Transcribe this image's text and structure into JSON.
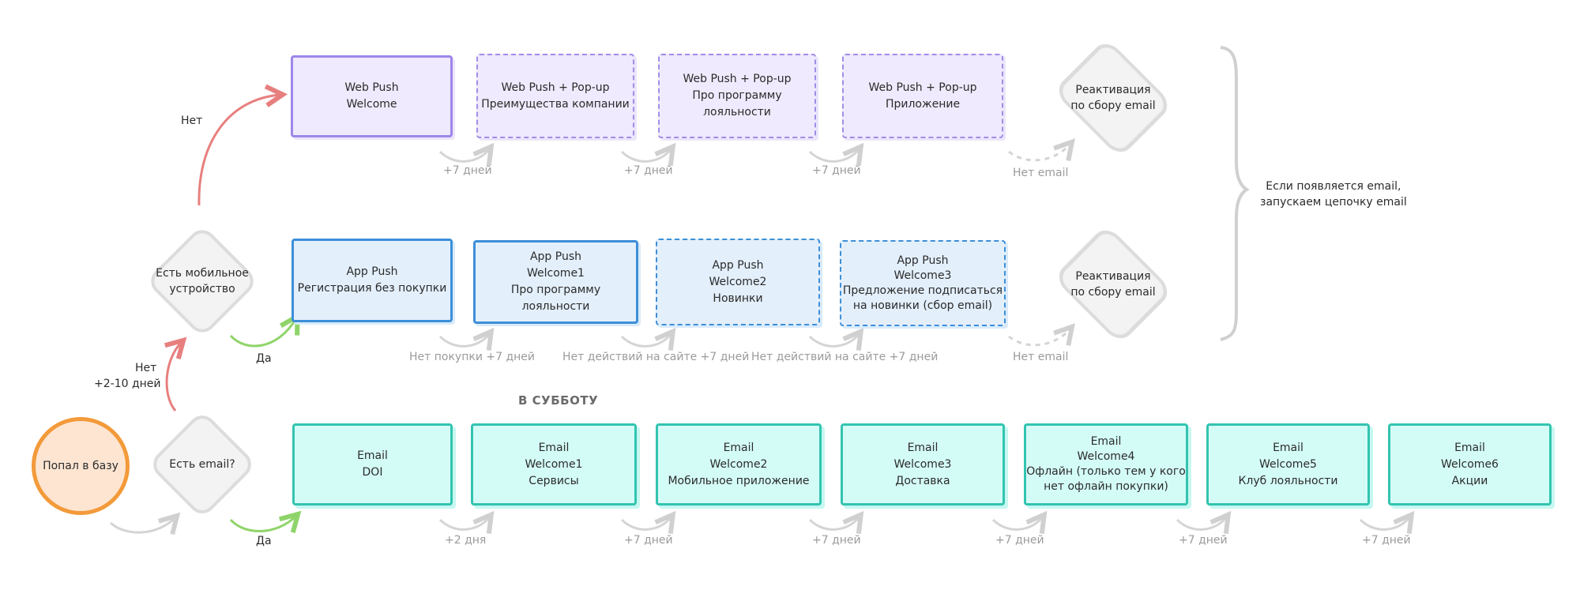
{
  "start": {
    "label": "Попал в базу"
  },
  "decisions": {
    "email": "Есть email?",
    "mobile": [
      "Есть мобильное",
      "устройство"
    ],
    "reactivation_web": [
      "Реактивация",
      "по сбору email"
    ],
    "reactivation_app": [
      "Реактивация",
      "по сбору email"
    ]
  },
  "branch_labels": {
    "no_top": "Нет",
    "no_mid": "Нет",
    "no_mid_days": "+2-10 дней",
    "yes_mid": "Да",
    "yes_bottom": "Да"
  },
  "web_row": [
    {
      "lines": [
        "Web Push",
        "Welcome"
      ]
    },
    {
      "lines": [
        "Web Push + Pop-up",
        "Преимущества компании"
      ]
    },
    {
      "lines": [
        "Web Push + Pop-up",
        "Про программу лояльности"
      ]
    },
    {
      "lines": [
        "Web Push + Pop-up",
        "Приложение"
      ]
    }
  ],
  "web_delays": [
    "+7 дней",
    "+7 дней",
    "+7 дней",
    "Нет email"
  ],
  "app_row": [
    {
      "lines": [
        "App Push",
        "Регистрация без покупки"
      ]
    },
    {
      "lines": [
        "App Push",
        "Welcome1",
        "Про программу лояльности"
      ]
    },
    {
      "lines": [
        "App Push",
        "Welcome2",
        "Новинки"
      ]
    },
    {
      "lines": [
        "App Push",
        "Welcome3",
        "Предложение подписаться",
        "на новинки (сбор email)"
      ]
    }
  ],
  "app_delays": [
    "Нет покупки +7 дней",
    "Нет действий на сайте +7 дней",
    "Нет действий на сайте +7 дней",
    "Нет email"
  ],
  "email_row": [
    {
      "lines": [
        "Email",
        "DOI"
      ]
    },
    {
      "lines": [
        "Email",
        "Welcome1",
        "Сервисы"
      ]
    },
    {
      "lines": [
        "Email",
        "Welcome2",
        "Мобильное приложение"
      ]
    },
    {
      "lines": [
        "Email",
        "Welcome3",
        "Доставка"
      ]
    },
    {
      "lines": [
        "Email",
        "Welcome4",
        "Офлайн (только тем у кого",
        "нет офлайн покупки)"
      ]
    },
    {
      "lines": [
        "Email",
        "Welcome5",
        "Клуб лояльности"
      ]
    },
    {
      "lines": [
        "Email",
        "Welcome6",
        "Акции"
      ]
    }
  ],
  "email_delays": [
    "+2 дня",
    "+7 дней",
    "+7 дней",
    "+7 дней",
    "+7 дней",
    "+7 дней"
  ],
  "saturday_label": "В СУББОТУ",
  "brace_note": [
    "Если появляется email,",
    "запускаем цепочку email"
  ],
  "colors": {
    "purple": "#9d87e8",
    "blue": "#3d8fd8",
    "teal": "#33c4b0",
    "orange": "#f39a3a",
    "red_arrow": "#e87f7f",
    "green_arrow": "#8fd46a",
    "gray_arrow": "#d4d4d4"
  }
}
